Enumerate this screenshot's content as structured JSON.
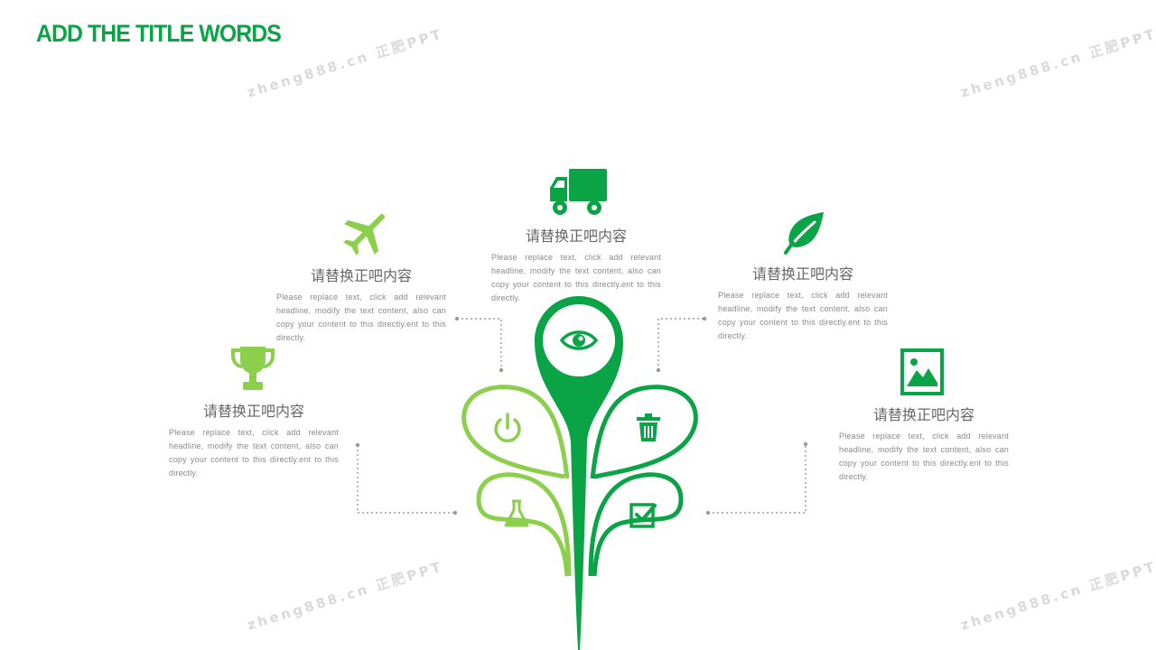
{
  "slide": {
    "title": "ADD THE TITLE WORDS",
    "watermark": "zheng888.cn 正肥PPT"
  },
  "colors": {
    "dark_green": "#0aa447",
    "light_green": "#8ccf4d",
    "connector": "#9a9a9a",
    "heading": "#666666",
    "body": "#8a8a8a"
  },
  "items": [
    {
      "icon": "trophy-icon",
      "heading": "请替换正吧内容",
      "body": "Please replace text, click add relevant headline, modify the text content, also can copy your content to this directly.ent to this directly."
    },
    {
      "icon": "airplane-icon",
      "heading": "请替换正吧内容",
      "body": "Please replace text, click add relevant headline, modify the text content, also can copy your content to this directly.ent to this directly."
    },
    {
      "icon": "truck-icon",
      "heading": "请替换正吧内容",
      "body": "Please replace text, click add relevant headline, modify the text content, also can copy your content to this directly.ent to this directly."
    },
    {
      "icon": "leaf-icon",
      "heading": "请替换正吧内容",
      "body": "Please replace text, click add relevant headline, modify the text content, also can copy your content to this directly.ent to this directly."
    },
    {
      "icon": "image-icon",
      "heading": "请替换正吧内容",
      "body": "Please replace text, click add relevant headline, modify the text content, also can copy your content to this directly.ent to this directly."
    }
  ],
  "tree": {
    "center_icon": "eye-icon",
    "left_upper_icon": "power-icon",
    "left_lower_icon": "flask-icon",
    "right_upper_icon": "trash-icon",
    "right_lower_icon": "checkbox-icon"
  }
}
